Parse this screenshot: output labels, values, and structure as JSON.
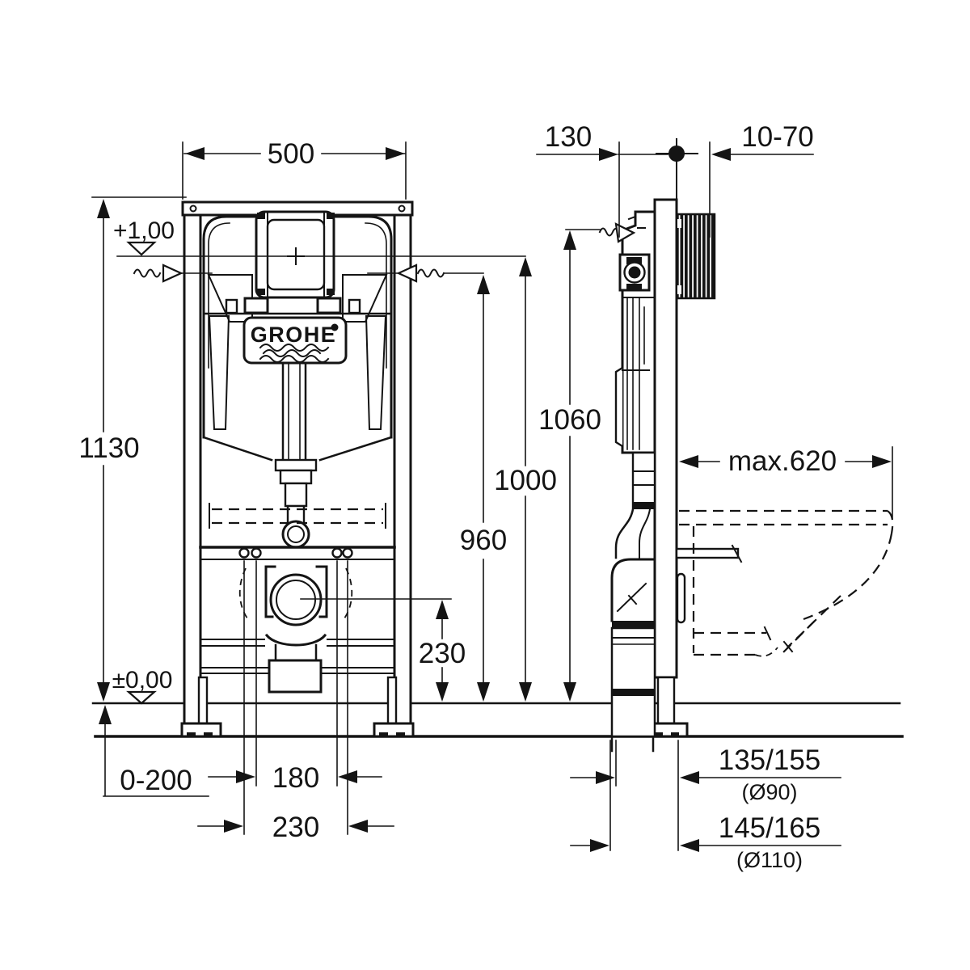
{
  "drawing": {
    "brand_label": "GROHE",
    "dimensions": {
      "frame_width": "500",
      "frame_depth": "130",
      "wall_finish_range": "10-70",
      "frame_height": "1130",
      "frame_top_height": "1060",
      "flush_plate_center_height": "1000",
      "water_connection_height": "960",
      "drain_center_height": "230",
      "max_bowl_depth": "max.620",
      "foot_adjustment_range": "0-200",
      "stud_spacing_narrow": "180",
      "stud_spacing_wide": "230",
      "drain_offset_d90": "135/155",
      "drain_diameter_90": "(Ø90)",
      "drain_offset_d110": "145/165",
      "drain_diameter_110": "(Ø110)",
      "datum_level_top": "+1,00",
      "datum_level_floor": "±0,00"
    }
  }
}
